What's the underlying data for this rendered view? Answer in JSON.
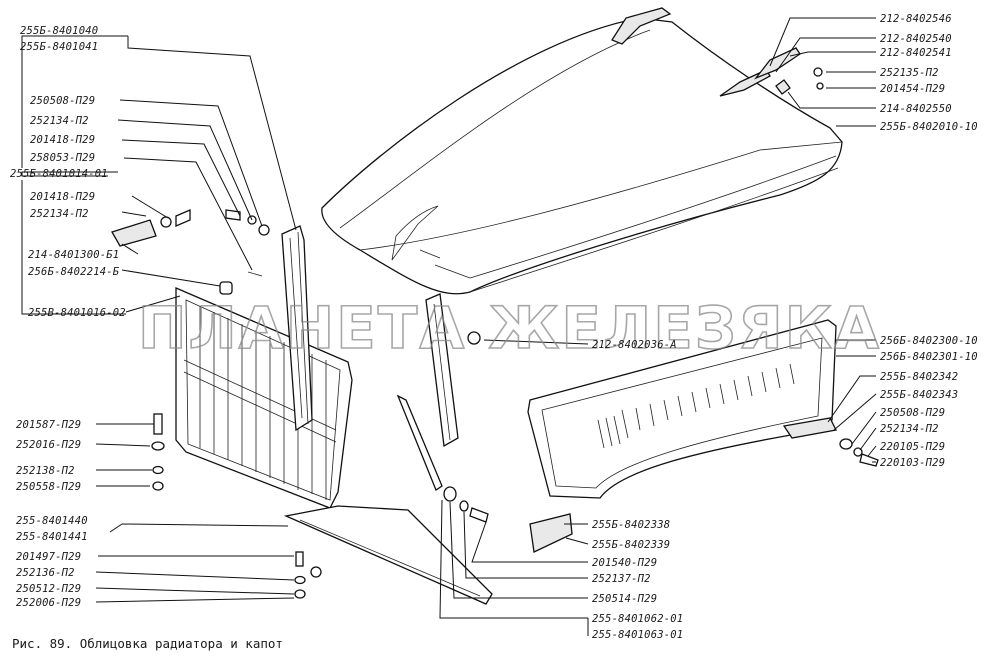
{
  "caption": "Рис. 89. Облицовка радиатора и капот",
  "watermark": "ПЛАНЕТА ЖЕЛЕЗЯКА",
  "labels": {
    "l1": "255Б-8401040",
    "l2": "255Б-8401041",
    "l3": "250508-П29",
    "l4": "252134-П2",
    "l5": "201418-П29",
    "l6": "258053-П29",
    "l7": "255Б-8401014-01",
    "l8": "201418-П29",
    "l9": "252134-П2",
    "l10": "214-8401300-Б1",
    "l11": "256Б-8402214-Б",
    "l12": "255В-8401016-02",
    "l13": "201587-П29",
    "l14": "252016-П29",
    "l15": "252138-П2",
    "l16": "250558-П29",
    "l17": "255-8401440",
    "l18": "255-8401441",
    "l19": "201497-П29",
    "l20": "252136-П2",
    "l21": "250512-П29",
    "l22": "252006-П29",
    "r1": "212-8402546",
    "r2": "212-8402540",
    "r3": "212-8402541",
    "r4": "252135-П2",
    "r5": "201454-П29",
    "r6": "214-8402550",
    "r7": "255Б-8402010-10",
    "r8": "256Б-8402300-10",
    "r9": "256Б-8402301-10",
    "r10": "255Б-8402342",
    "r11": "255Б-8402343",
    "r12": "250508-П29",
    "r13": "252134-П2",
    "r14": "220105-П29",
    "r15": "220103-П29",
    "c1": "212-8402036-А",
    "b1": "255Б-8402338",
    "b2": "255Б-8402339",
    "b3": "201540-П29",
    "b4": "252137-П2",
    "b5": "250514-П29",
    "b6": "255-8401062-01",
    "b7": "255-8401063-01"
  }
}
